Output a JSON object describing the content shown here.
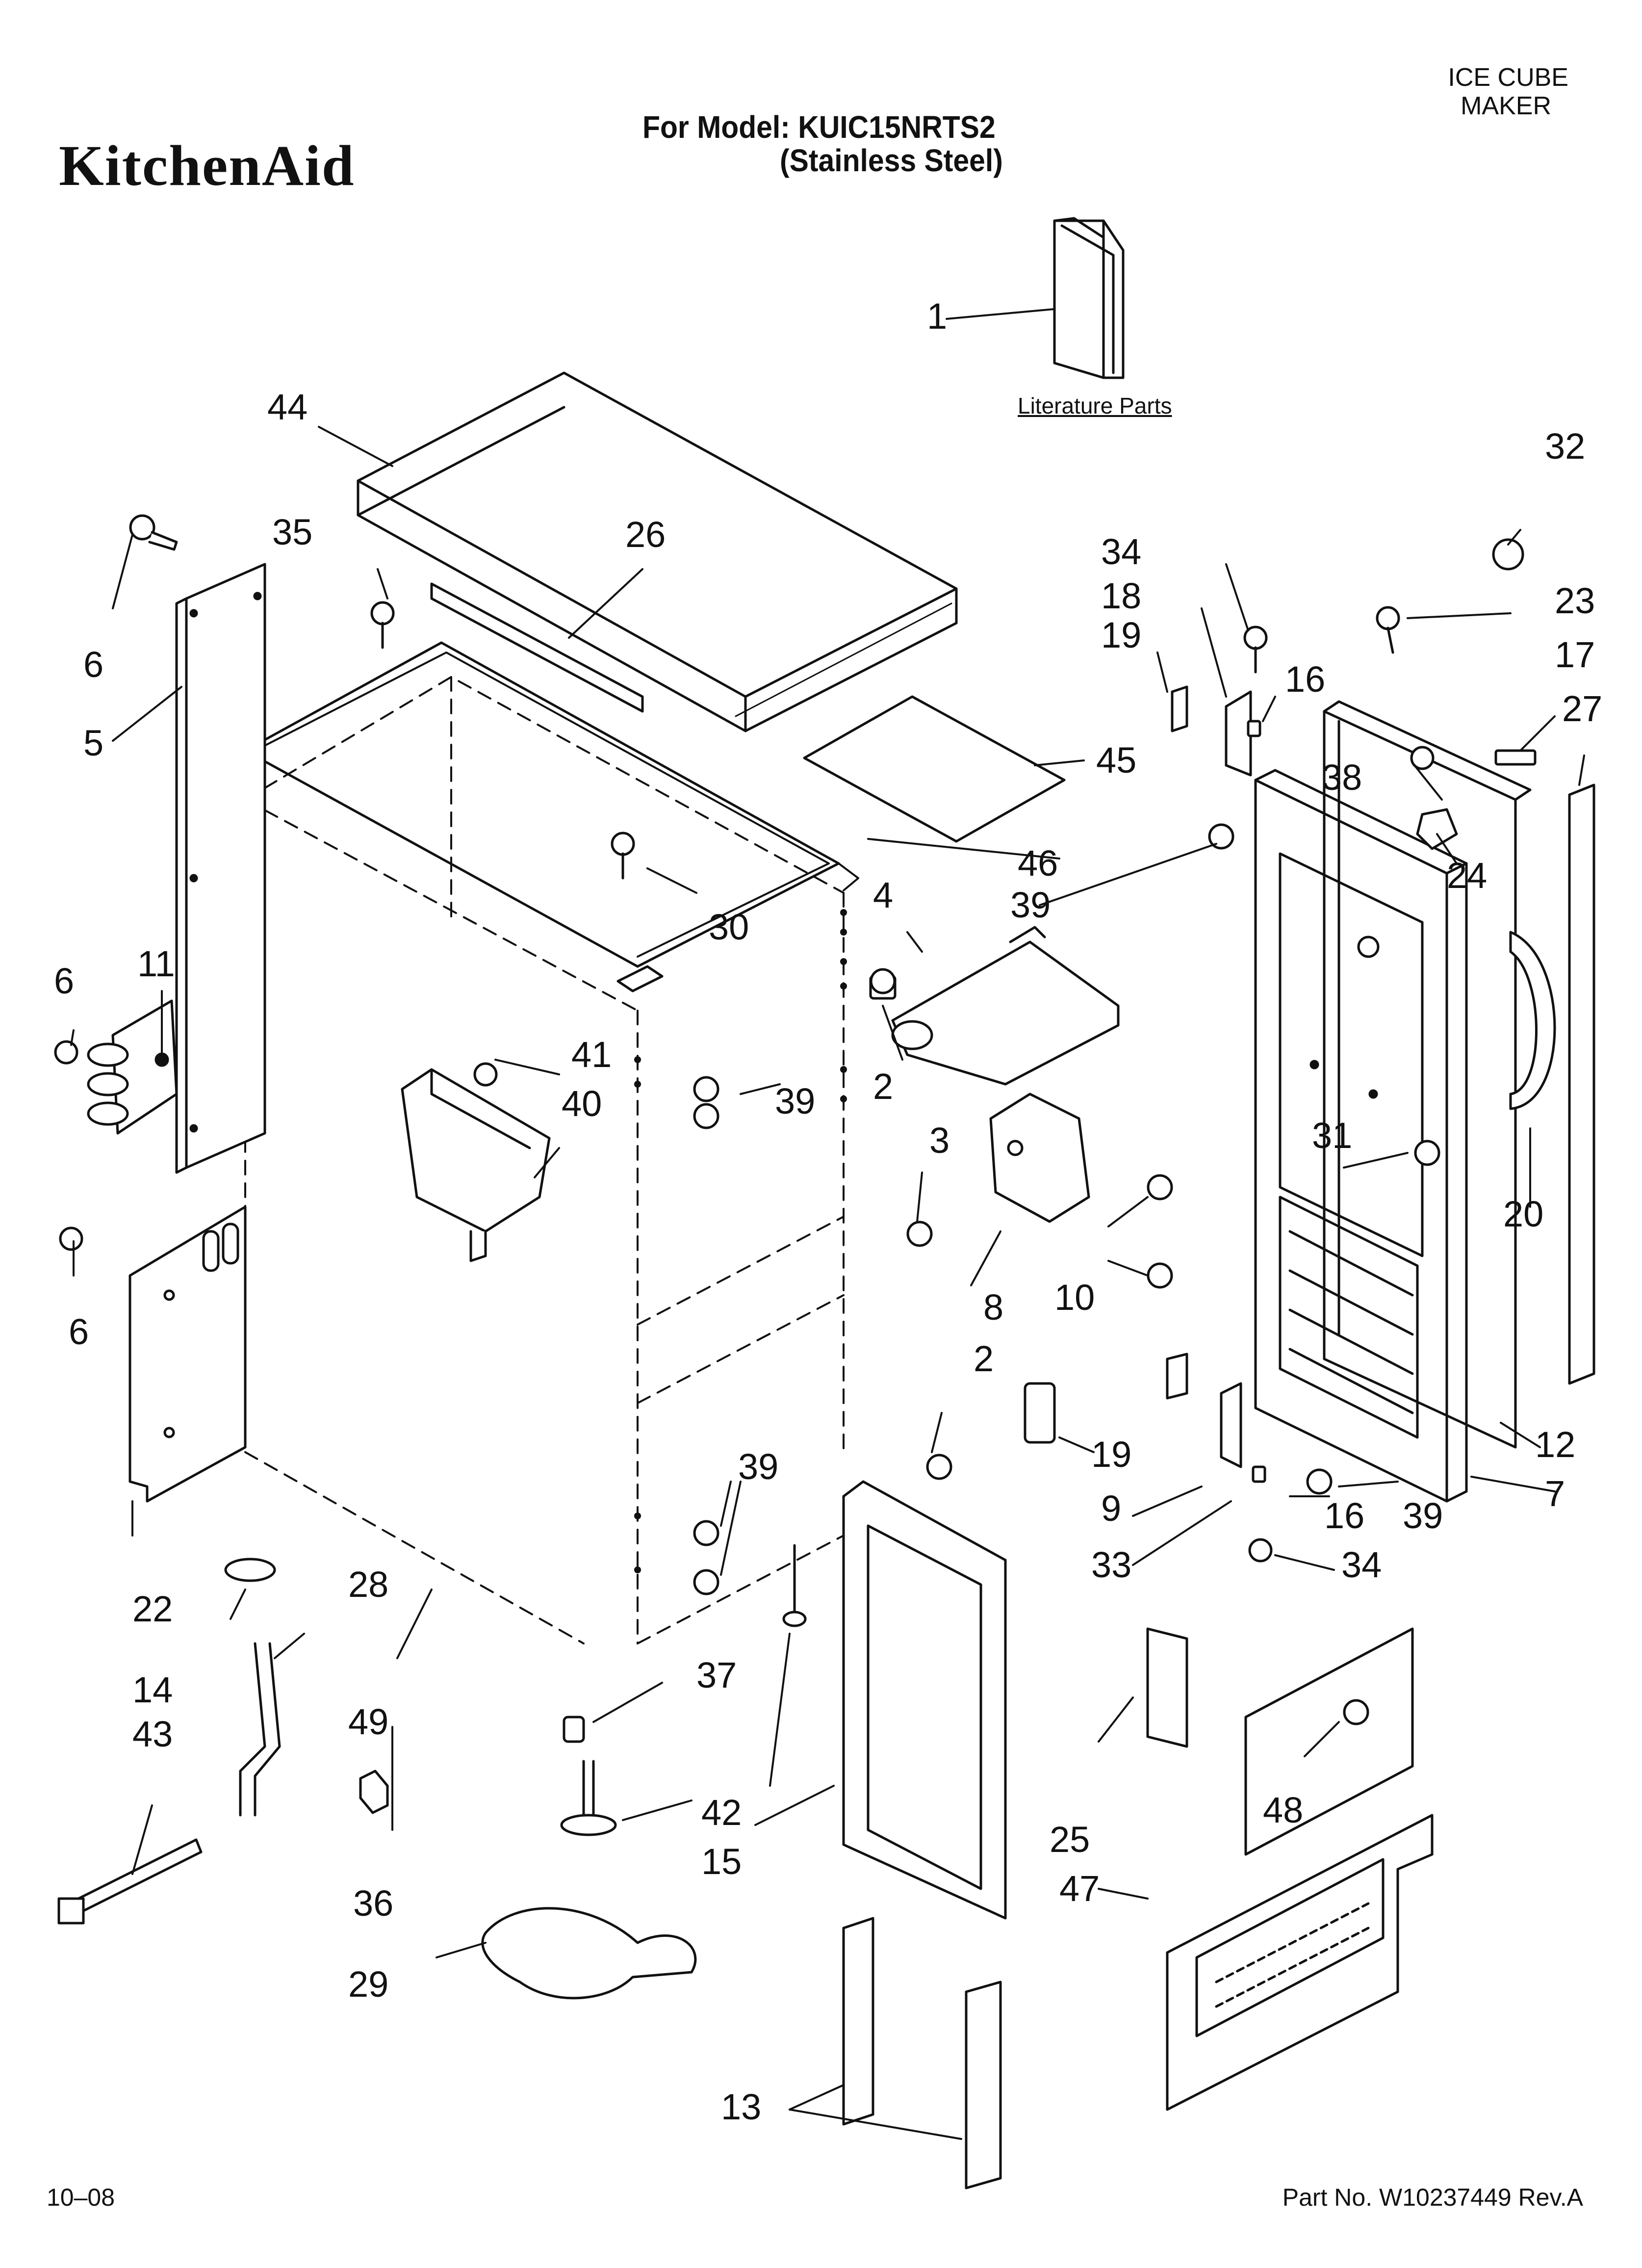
{
  "header": {
    "brand": "KitchenAid",
    "model_line": "For Model: KUIC15NRTS2",
    "finish_line": "(Stainless Steel)",
    "product_line1": "ICE CUBE",
    "product_line2": "MAKER"
  },
  "literature_label": "Literature Parts",
  "footer": {
    "date": "10–08",
    "part_number": "Part No. W10237449 Rev.A"
  },
  "callouts": [
    "1",
    "2",
    "3",
    "4",
    "5",
    "6",
    "7",
    "8",
    "9",
    "10",
    "11",
    "12",
    "13",
    "14",
    "15",
    "16",
    "17",
    "18",
    "19",
    "20",
    "22",
    "23",
    "24",
    "25",
    "26",
    "27",
    "28",
    "29",
    "30",
    "31",
    "32",
    "33",
    "34",
    "35",
    "36",
    "37",
    "38",
    "39",
    "40",
    "41",
    "42",
    "43",
    "44",
    "45",
    "46",
    "47",
    "48",
    "49"
  ]
}
